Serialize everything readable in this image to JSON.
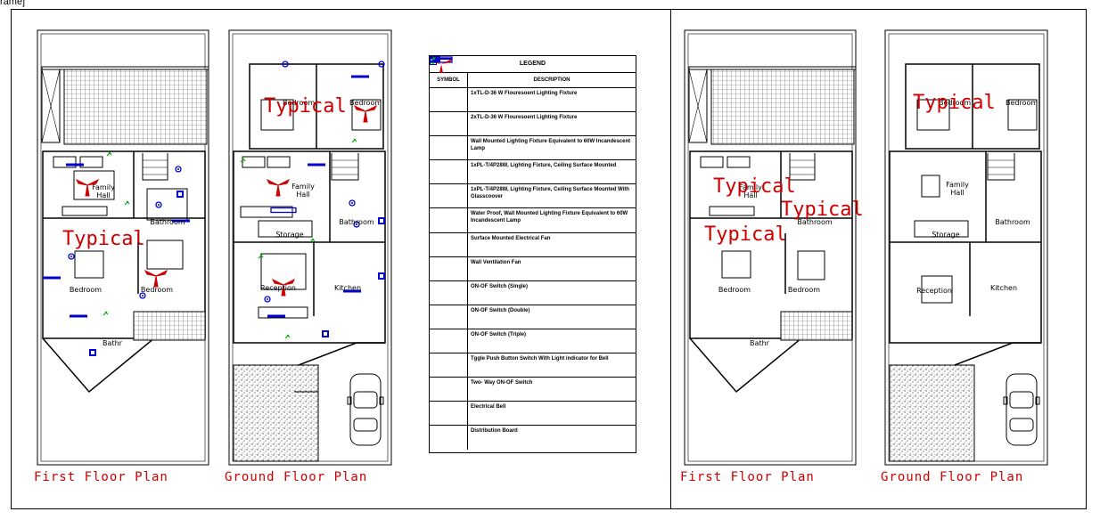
{
  "frame_label": "rame]",
  "plans": {
    "first_floor_title": "First Floor Plan",
    "ground_floor_title": "Ground Floor Plan",
    "first_floor_title_2": "First Floor Plan",
    "ground_floor_title_2": "Ground Floor Plan"
  },
  "rooms": {
    "family_hall": "Family\nHall",
    "bathroom": "Bathroom",
    "bedroom": "Bedroom",
    "bath": "Bath",
    "storage": "Storage",
    "kitchen": "Kitchen",
    "reception": "Reception"
  },
  "stamp": "Typical",
  "legend": {
    "title": "LEGEND",
    "symbol_header": "SYMBOL",
    "description_header": "DESCRIPTION",
    "items": [
      {
        "icon": "single-tube-light-icon",
        "text": "1xTL-D-36 W Flouresoent Lighting Fixture"
      },
      {
        "icon": "double-tube-light-icon",
        "text": "2xTL-D-36 W Flouresoent Lighting Fixture"
      },
      {
        "icon": "wall-light-icon",
        "text": "Wall Mounted Lighting Fixture Equivalent to 60W Incandescent Lamp"
      },
      {
        "icon": "ceiling-light-icon",
        "text": "1xPL-T/4P28W, Lighting Fixture, Ceiling Surface Mounted"
      },
      {
        "icon": "ceiling-light-glass-icon",
        "text": "1xPL-T/4P28W, Lighting Fixture, Ceiling Surface Mounted With Glasscoover"
      },
      {
        "icon": "waterproof-light-icon",
        "text": "Water Proof, Wall Mounted Lighting Fixture Equivalent to 60W Incandescent Lamp"
      },
      {
        "icon": "ceiling-fan-icon",
        "text": "Surface Mounted Electrical Fan"
      },
      {
        "icon": "ventilation-fan-icon",
        "text": "Wall Ventilation Fan"
      },
      {
        "icon": "switch-single-icon",
        "text": "ON-OF Switch (Single)"
      },
      {
        "icon": "switch-double-icon",
        "text": "ON-OF Switch (Double)"
      },
      {
        "icon": "switch-triple-icon",
        "text": "ON-OF Switch (Triple)"
      },
      {
        "icon": "bell-switch-icon",
        "text": "Tggle Push Button Switch With Light indicator for Bell"
      },
      {
        "icon": "two-way-switch-icon",
        "text": "Two- Way ON-OF Switch"
      },
      {
        "icon": "electrical-bell-icon",
        "text": "Electrical Bell"
      },
      {
        "icon": "distribution-board-icon",
        "text": "Distribution Board"
      }
    ]
  },
  "colors": {
    "walls": "#000000",
    "fixtures": "#0000cc",
    "annotation": "#cc0000",
    "switches": "#00aa00"
  }
}
